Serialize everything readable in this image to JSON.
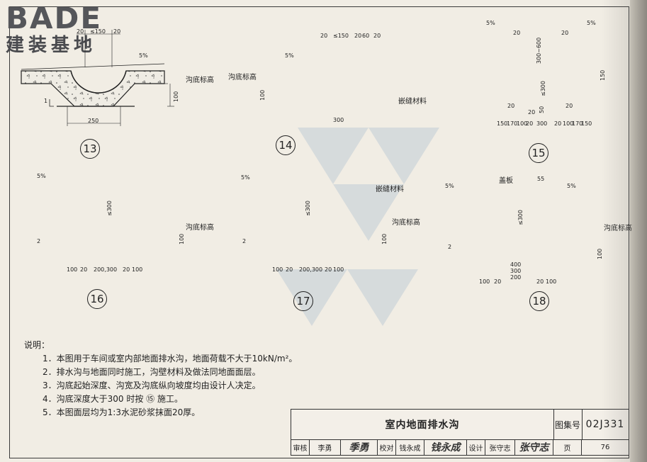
{
  "logo": {
    "brand": "BADE",
    "subtitle": "建装基地"
  },
  "details": [
    {
      "number": "13",
      "slope": "5%",
      "label_level": "沟底标高",
      "dims": [
        "20",
        "≤150",
        "20",
        "250",
        "100",
        "1"
      ]
    },
    {
      "number": "14",
      "slope": "5%",
      "label_level": "沟底标高",
      "label_material": "嵌缝材料",
      "dims": [
        "20",
        "≤150",
        "20",
        "60",
        "20",
        "300",
        "100"
      ]
    },
    {
      "number": "15",
      "slope_left": "5%",
      "slope_right": "5%",
      "dims": [
        "20",
        "20",
        "300~600",
        "≤300",
        "150",
        "20",
        "20",
        "50",
        "20",
        "150",
        "170",
        "100",
        "20",
        "300",
        "20",
        "100",
        "170",
        "150"
      ]
    },
    {
      "number": "16",
      "slope": "5%",
      "label_level": "沟底标高",
      "dims": [
        "≤300",
        "100",
        "100",
        "20",
        "200,300",
        "20",
        "100",
        "2"
      ]
    },
    {
      "number": "17",
      "slope": "5%",
      "label_level": "沟底标高",
      "label_material": "嵌缝材料",
      "dims": [
        "≤300",
        "100",
        "100",
        "20",
        "200,300",
        "20",
        "100",
        "2"
      ]
    },
    {
      "number": "18",
      "slope_left": "5%",
      "slope_right": "5%",
      "label_cover": "盖板",
      "label_level": "沟底标高",
      "dims": [
        "55",
        "≤300",
        "400",
        "300",
        "200",
        "100",
        "20",
        "20",
        "100",
        "100",
        "2"
      ]
    }
  ],
  "notes": {
    "title": "说明：",
    "items": [
      "1．本图用于车间或室内部地面排水沟，地面荷载不大于10kN/m²。",
      "2．排水沟与地面同时施工，沟壁材料及做法同地面面层。",
      "3．沟底起始深度、沟宽及沟底纵向坡度均由设计人决定。",
      "4．沟底深度大于300 时按 ⑮ 施工。",
      "5．本图面层均为1:3水泥砂浆抹面20厚。"
    ]
  },
  "title_block": {
    "title": "室内地面排水沟",
    "atlas_label": "图集号",
    "atlas_number": "02J331",
    "review_label": "审核",
    "review_name": "李勇",
    "review_sign": "季勇",
    "check_label": "校对",
    "check_name": "钱永成",
    "check_sign": "钱永成",
    "design_label": "设计",
    "design_name": "张守志",
    "design_sign": "张守志",
    "page_label": "页",
    "page_number": "76"
  }
}
